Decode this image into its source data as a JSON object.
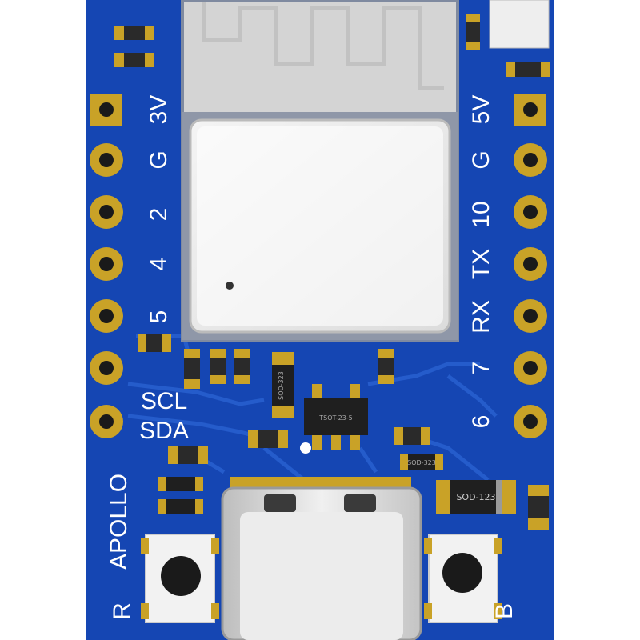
{
  "board": {
    "name": "APOLLO",
    "colors": {
      "pcb": "#1546b3",
      "pcb_trace": "#1e58c9",
      "silkscreen": "#ffffff",
      "gold": "#c9a227",
      "shield": "#e8e8e8",
      "antenna_area": "#d9d9d9"
    }
  },
  "left_pins": [
    "3V",
    "G",
    "2",
    "4",
    "5",
    "SCL",
    "SDA"
  ],
  "right_pins": [
    "5V",
    "G",
    "10",
    "TX",
    "RX",
    "7",
    "6"
  ],
  "buttons": {
    "reset": "R",
    "boot": "B"
  },
  "components": {
    "regulator": "TSOT-23-5",
    "diode_main": "SOD-123",
    "diode_small_1": "SOD-323",
    "diode_small_2": "SOD-323"
  }
}
